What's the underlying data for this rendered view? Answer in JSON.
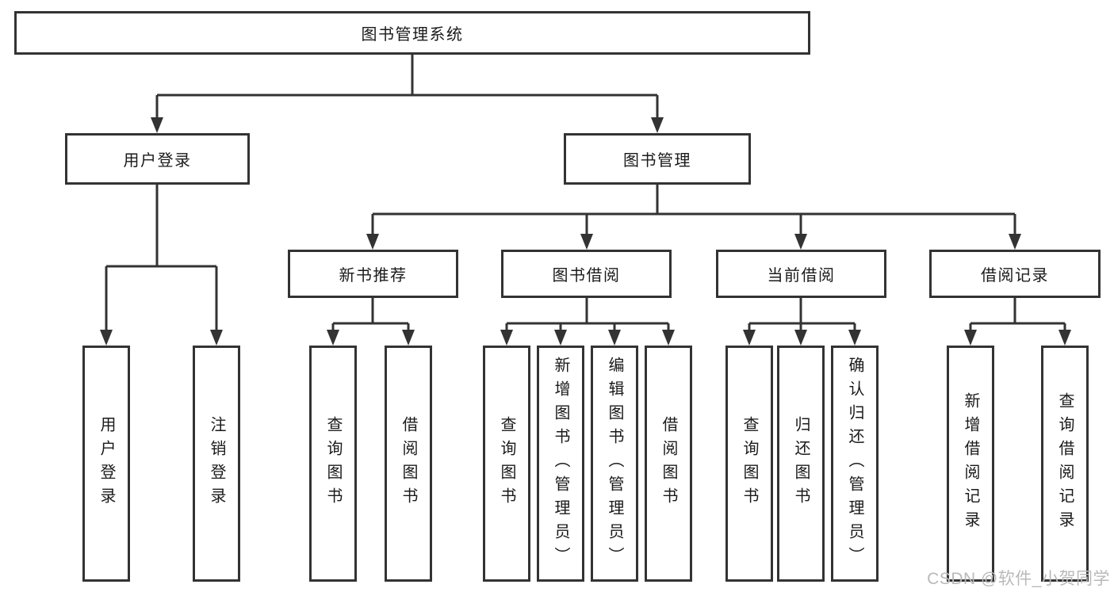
{
  "tree": {
    "label": "图书管理系统",
    "children": [
      {
        "label": "用户登录",
        "children": [
          {
            "label": "用户登录"
          },
          {
            "label": "注销登录"
          }
        ]
      },
      {
        "label": "图书管理",
        "children": [
          {
            "label": "新书推荐",
            "children": [
              {
                "label": "查询图书"
              },
              {
                "label": "借阅图书"
              }
            ]
          },
          {
            "label": "图书借阅",
            "children": [
              {
                "label": "查询图书"
              },
              {
                "label": "新增图书（管理员）"
              },
              {
                "label": "编辑图书（管理员）"
              },
              {
                "label": "借阅图书"
              }
            ]
          },
          {
            "label": "当前借阅",
            "children": [
              {
                "label": "查询图书"
              },
              {
                "label": "归还图书"
              },
              {
                "label": "确认归还（管理员）"
              }
            ]
          },
          {
            "label": "借阅记录",
            "children": [
              {
                "label": "新增借阅记录"
              },
              {
                "label": "查询借阅记录"
              }
            ]
          }
        ]
      }
    ]
  },
  "watermark": "CSDN @软件_小贺同学",
  "colors": {
    "line": "#333333",
    "text": "#1a1a1a",
    "watermark": "#b9b9b9",
    "background": "#ffffff"
  }
}
